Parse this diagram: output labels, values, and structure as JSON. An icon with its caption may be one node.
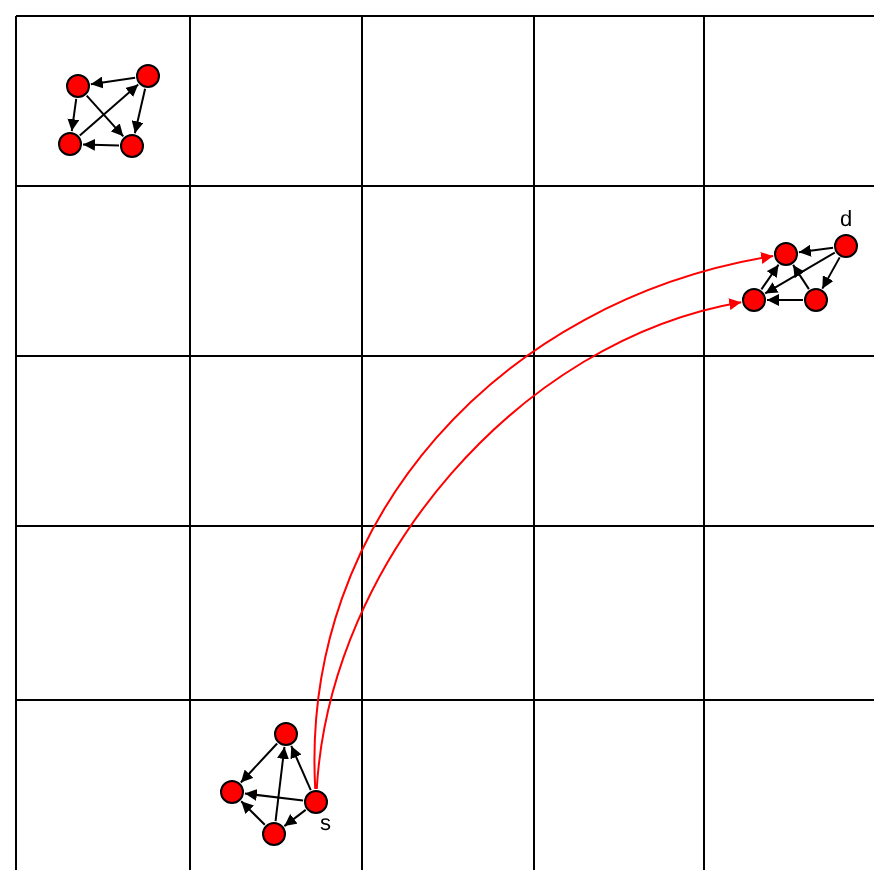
{
  "diagram": {
    "nodes": [
      {
        "text": [],
        "shape": "circle"
      },
      {
        "text": [],
        "shape": "circle"
      },
      {
        "text": [],
        "shape": "circle"
      },
      {
        "text": [],
        "shape": "circle"
      },
      {
        "text": [],
        "shape": "circle"
      },
      {
        "text": [],
        "shape": "circle",
        "beside": [
          "d"
        ]
      },
      {
        "text": [],
        "shape": "circle"
      },
      {
        "text": [],
        "shape": "circle"
      },
      {
        "text": [],
        "shape": "circle"
      },
      {
        "text": [],
        "shape": "circle"
      },
      {
        "text": [],
        "shape": "circle",
        "beside": [
          "s"
        ]
      },
      {
        "text": [],
        "shape": "circle"
      }
    ],
    "edges": [
      {
        "from": 1,
        "to": 0,
        "arrow": "to"
      },
      {
        "from": 0,
        "to": 2,
        "arrow": "to"
      },
      {
        "from": 1,
        "to": 3,
        "arrow": "to"
      },
      {
        "from": 3,
        "to": 2,
        "arrow": "to"
      },
      {
        "from": 2,
        "to": 1,
        "arrow": "to"
      },
      {
        "from": 0,
        "to": 3,
        "arrow": "to"
      },
      {
        "from": 5,
        "to": 4,
        "arrow": "to"
      },
      {
        "from": 5,
        "to": 6,
        "arrow": "to"
      },
      {
        "from": 5,
        "to": 7,
        "arrow": "to"
      },
      {
        "from": 7,
        "to": 6,
        "arrow": "to"
      },
      {
        "from": 6,
        "to": 4,
        "arrow": "to"
      },
      {
        "from": 7,
        "to": 4,
        "arrow": "to"
      },
      {
        "from": 8,
        "to": 9,
        "arrow": "to"
      },
      {
        "from": 10,
        "to": 8,
        "arrow": "to"
      },
      {
        "from": 10,
        "to": 9,
        "arrow": "to"
      },
      {
        "from": 11,
        "to": 8,
        "arrow": "to"
      },
      {
        "from": 10,
        "to": 11,
        "arrow": "to"
      },
      {
        "from": 11,
        "to": 9,
        "arrow": "to"
      },
      {
        "from": 10,
        "to": 4,
        "arrow": "to",
        "color": "#ff0000"
      },
      {
        "from": 10,
        "to": 6,
        "arrow": "to",
        "color": "#ff0000"
      }
    ]
  }
}
